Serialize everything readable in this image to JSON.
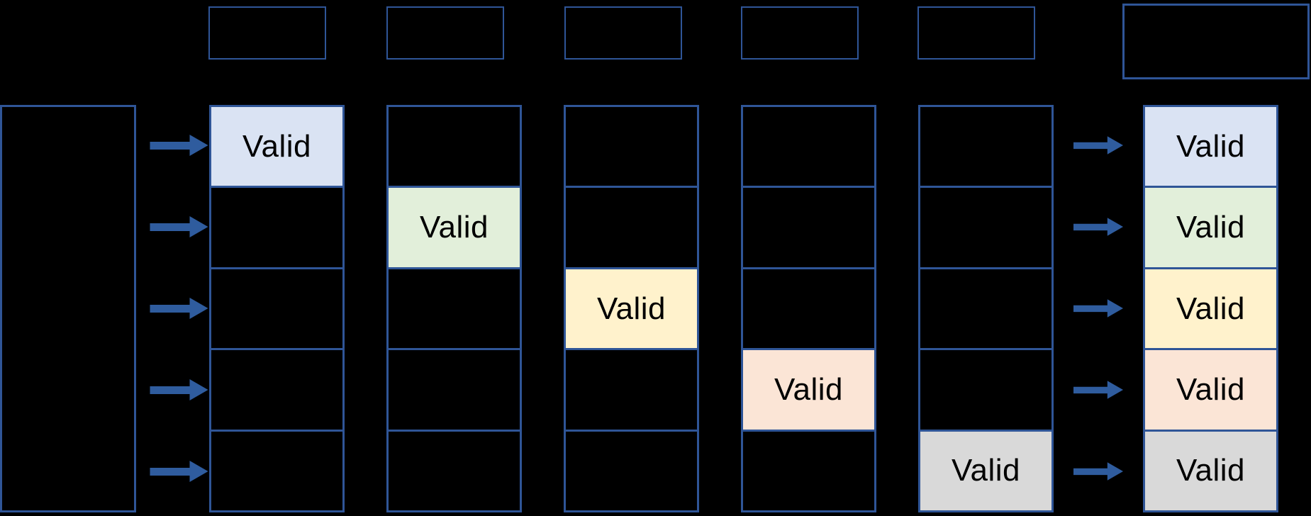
{
  "diagram": {
    "background": "#000000",
    "box_border_color": "#2F5597",
    "arrow_color": "#2F5C9E",
    "valid_text_color": "#000000",
    "icons": {
      "arrow_right_glyph": "→"
    },
    "fill_palette": {
      "blue": "#DAE3F3",
      "green": "#E2EFDA",
      "yellow": "#FFF2CC",
      "peach": "#FBE5D6",
      "gray": "#D9D9D9"
    },
    "top_boxes": [
      {
        "label": ""
      },
      {
        "label": ""
      },
      {
        "label": ""
      },
      {
        "label": ""
      },
      {
        "label": ""
      },
      {
        "label": ""
      }
    ],
    "left_box": {
      "label": ""
    },
    "columns": [
      {
        "cells": [
          {
            "label": "Valid",
            "fill": "#DAE3F3"
          },
          {
            "label": "",
            "fill": ""
          },
          {
            "label": "",
            "fill": ""
          },
          {
            "label": "",
            "fill": ""
          },
          {
            "label": "",
            "fill": ""
          }
        ]
      },
      {
        "cells": [
          {
            "label": "",
            "fill": ""
          },
          {
            "label": "Valid",
            "fill": "#E2EFDA"
          },
          {
            "label": "",
            "fill": ""
          },
          {
            "label": "",
            "fill": ""
          },
          {
            "label": "",
            "fill": ""
          }
        ]
      },
      {
        "cells": [
          {
            "label": "",
            "fill": ""
          },
          {
            "label": "",
            "fill": ""
          },
          {
            "label": "Valid",
            "fill": "#FFF2CC"
          },
          {
            "label": "",
            "fill": ""
          },
          {
            "label": "",
            "fill": ""
          }
        ]
      },
      {
        "cells": [
          {
            "label": "",
            "fill": ""
          },
          {
            "label": "",
            "fill": ""
          },
          {
            "label": "",
            "fill": ""
          },
          {
            "label": "Valid",
            "fill": "#FBE5D6"
          },
          {
            "label": "",
            "fill": ""
          }
        ]
      },
      {
        "cells": [
          {
            "label": "",
            "fill": ""
          },
          {
            "label": "",
            "fill": ""
          },
          {
            "label": "",
            "fill": ""
          },
          {
            "label": "",
            "fill": ""
          },
          {
            "label": "Valid",
            "fill": "#D9D9D9"
          }
        ]
      },
      {
        "cells": [
          {
            "label": "Valid",
            "fill": "#DAE3F3"
          },
          {
            "label": "Valid",
            "fill": "#E2EFDA"
          },
          {
            "label": "Valid",
            "fill": "#FFF2CC"
          },
          {
            "label": "Valid",
            "fill": "#FBE5D6"
          },
          {
            "label": "Valid",
            "fill": "#D9D9D9"
          }
        ]
      }
    ]
  }
}
